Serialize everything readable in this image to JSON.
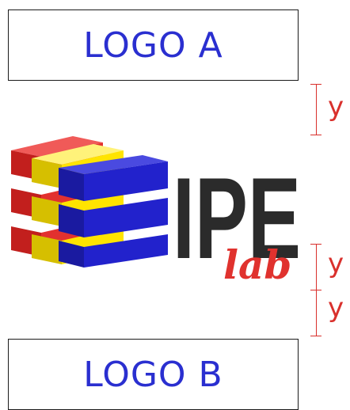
{
  "logo_a": {
    "label": "LOGO A"
  },
  "logo_b": {
    "label": "LOGO B"
  },
  "brand": {
    "word": "IPE",
    "sub": "lab"
  },
  "spacing": {
    "top_label": "y",
    "mid_label": "y",
    "bottom_label": "y"
  },
  "colors": {
    "label_text": "#2a2fd0",
    "box_border": "#1a1a1a",
    "dimension": "#d9302c",
    "cube_red": "#e2312f",
    "cube_yellow": "#ffe400",
    "cube_blue": "#2222cc",
    "ipe_text": "#2b2b2b",
    "lab_text": "#e0322e"
  }
}
